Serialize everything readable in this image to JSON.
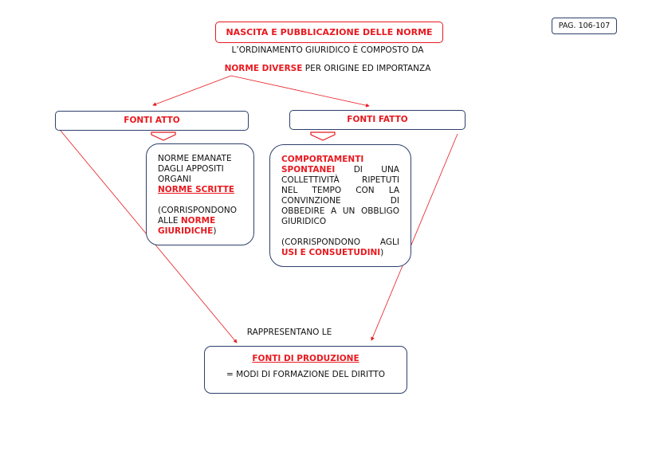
{
  "page_label": "PAG. 106-107",
  "title": "NASCITA E PUBBLICAZIONE DELLE NORME",
  "intro_line1": "L’ORDINAMENTO GIURIDICO È COMPOSTO DA",
  "intro_line2_bold": "NORME DIVERSE",
  "intro_line2_rest": " PER ORIGINE ED IMPORTANZA",
  "left": {
    "header": "FONTI ATTO",
    "lines": [
      "NORME EMANATE",
      "DAGLI APPOSITI",
      "ORGANI"
    ],
    "highlight": "NORME SCRITTE",
    "note_line1": "(CORRISPONDONO",
    "note_line2_pre": "ALLE ",
    "note_line2_bold": "NORME",
    "note_line3_bold": "GIURIDICHE",
    "note_line3_post": ")"
  },
  "right": {
    "header": "FONTI FATTO",
    "bold1": "COMPORTAMENTI",
    "bold2": "SPONTANEI",
    "line2_rest": "DI UNA",
    "lines": [
      "COLLETTIVITÀ RIPETUTI",
      "NEL TEMPO CON LA",
      "CONVINZIONE DI",
      "OBBEDIRE A UN OBBLIGO"
    ],
    "last_line": "GIURIDICO",
    "note_line1": "(CORRISPONDONO AGLI",
    "note_bold": "USI E CONSUETUDINI",
    "note_post": ")"
  },
  "connector_label": "RAPPRESENTANO LE",
  "bottom": {
    "title": "FONTI DI PRODUZIONE",
    "subtitle": "= MODI DI FORMAZIONE DEL DIRITTO"
  },
  "colors": {
    "accent": "#e8191f",
    "border": "#2e3f6b"
  }
}
